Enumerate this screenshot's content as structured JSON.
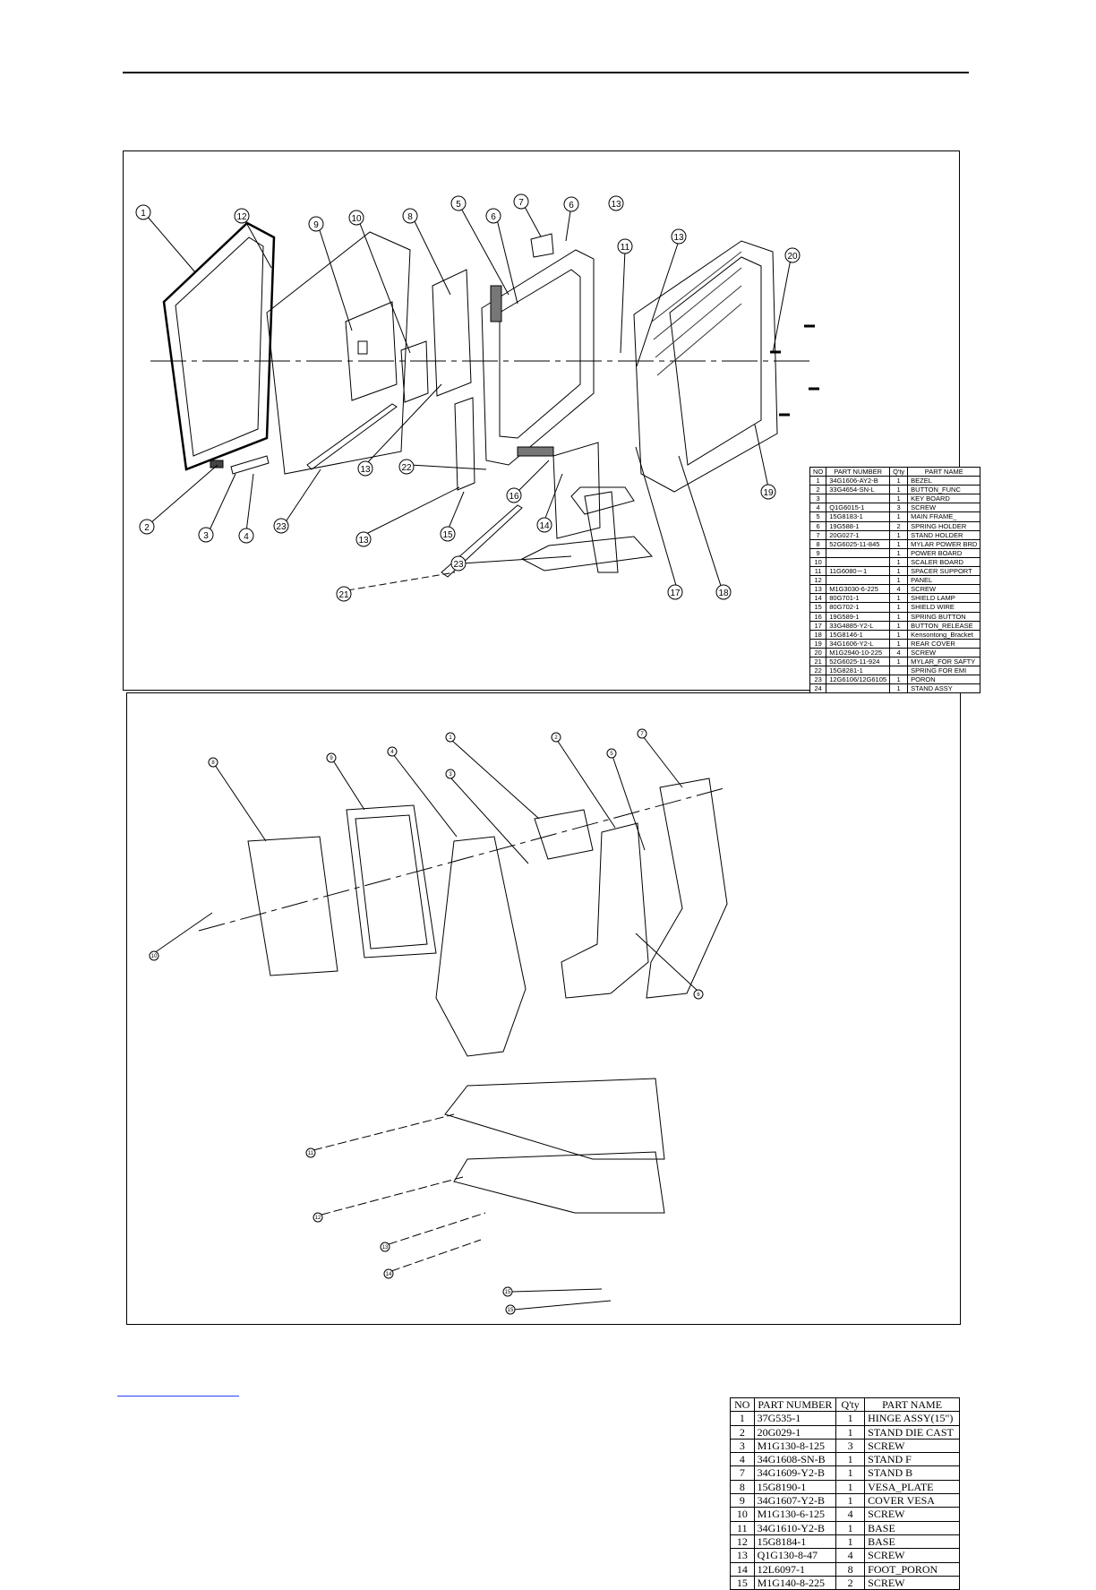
{
  "diagram1": {
    "callouts": [
      "1",
      "12",
      "9",
      "10",
      "8",
      "5",
      "6",
      "7",
      "6",
      "13",
      "11",
      "13",
      "20",
      "2",
      "3",
      "4",
      "23",
      "13",
      "22",
      "13",
      "15",
      "16",
      "14",
      "17",
      "18",
      "19",
      "21",
      "23"
    ],
    "table": {
      "headers": [
        "NO",
        "PART NUMBER",
        "Q'ty",
        "PART NAME"
      ],
      "rows": [
        [
          "1",
          "34G1606-AY2-B",
          "1",
          "BEZEL"
        ],
        [
          "2",
          "33G4654-SN-L",
          "1",
          "BUTTON_FUNC"
        ],
        [
          "3",
          "",
          "1",
          "KEY BOARD"
        ],
        [
          "4",
          "Q1G6015-1",
          "3",
          "SCREW"
        ],
        [
          "5",
          "15G8183-1",
          "1",
          "MAIN FRAME_"
        ],
        [
          "6",
          "19G588-1",
          "2",
          "SPRING HOLDER"
        ],
        [
          "7",
          "20G027-1",
          "1",
          "STAND HOLDER"
        ],
        [
          "8",
          "52G6025-11-845",
          "1",
          "MYLAR POWER BRD"
        ],
        [
          "9",
          "",
          "1",
          "POWER BOARD"
        ],
        [
          "10",
          "",
          "1",
          "SCALER BOARD"
        ],
        [
          "11",
          "11G6080－1",
          "1",
          "SPACER SUPPORT"
        ],
        [
          "12",
          "",
          "1",
          "PANEL"
        ],
        [
          "13",
          "M1G3030-6-225",
          "4",
          "SCREW"
        ],
        [
          "14",
          "80G701-1",
          "1",
          "SHIELD LAMP"
        ],
        [
          "15",
          "80G702-1",
          "1",
          "SHIELD WIRE"
        ],
        [
          "16",
          "19G589-1",
          "1",
          "SPRING BUTTON"
        ],
        [
          "17",
          "33G4885-Y2-L",
          "1",
          "BUTTON_RELEASE"
        ],
        [
          "18",
          "15G8146-1",
          "1",
          "Kensontong_Bracket"
        ],
        [
          "19",
          "34G1606-Y2-L",
          "1",
          "REAR COVER"
        ],
        [
          "20",
          "M1G2940-10-225",
          "4",
          "SCREW"
        ],
        [
          "21",
          "52G6025-11-924",
          "1",
          "MYLAR_FOR SAFTY"
        ],
        [
          "22",
          "15G8281-1",
          "",
          "SPRING FOR EMI"
        ],
        [
          "23",
          "12G6106/12G6105",
          "1",
          "PORON"
        ],
        [
          "24",
          "",
          "1",
          "STAND ASSY"
        ]
      ]
    }
  },
  "diagram2": {
    "callouts": [
      "8",
      "9",
      "4",
      "1",
      "3",
      "2",
      "5",
      "7",
      "10",
      "6",
      "11",
      "12",
      "13",
      "14",
      "15",
      "15"
    ],
    "table": {
      "headers": [
        "NO",
        "PART NUMBER",
        "Q'ty",
        "PART NAME"
      ],
      "rows": [
        [
          "1",
          "37G535-1",
          "1",
          "HINGE ASSY(15\")"
        ],
        [
          "2",
          "20G029-1",
          "1",
          "STAND DIE CAST"
        ],
        [
          "3",
          "M1G130-8-125",
          "3",
          "SCREW"
        ],
        [
          "4",
          "34G1608-SN-B",
          "1",
          "STAND F"
        ],
        [
          "7",
          "34G1609-Y2-B",
          "1",
          "STAND B"
        ],
        [
          "8",
          "15G8190-1",
          "1",
          "VESA_PLATE"
        ],
        [
          "9",
          "34G1607-Y2-B",
          "1",
          "COVER VESA"
        ],
        [
          "10",
          "M1G130-6-125",
          "4",
          "SCREW"
        ],
        [
          "11",
          "34G1610-Y2-B",
          "1",
          "BASE"
        ],
        [
          "12",
          "15G8184-1",
          "1",
          "BASE"
        ],
        [
          "13",
          "Q1G130-8-47",
          "4",
          "SCREW"
        ],
        [
          "14",
          "12L6097-1",
          "8",
          "FOOT_PORON"
        ],
        [
          "15",
          "M1G140-8-225",
          "2",
          "SCREW"
        ]
      ]
    }
  }
}
